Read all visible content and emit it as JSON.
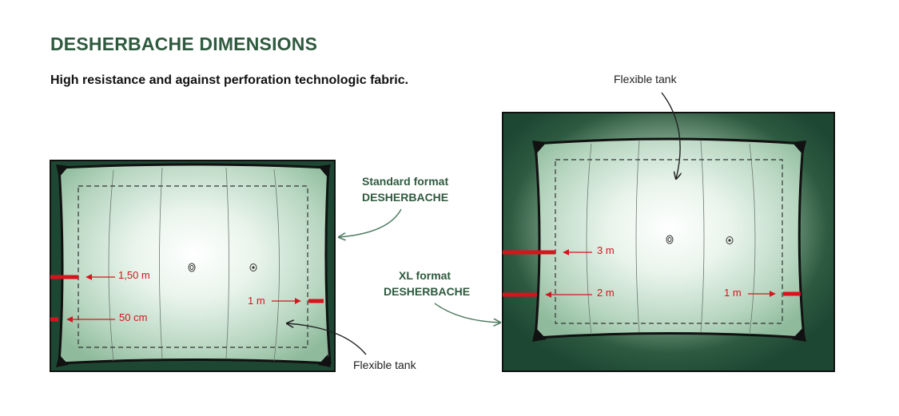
{
  "header": {
    "title": "DESHERBACHE DIMENSIONS",
    "subtitle": "High resistance and against perforation technologic fabric."
  },
  "standard": {
    "format_label_line1": "Standard format",
    "format_label_line2": "DESHERBACHE",
    "tank_label": "Flexible tank",
    "dim_150": "1,50 m",
    "dim_50cm": "50 cm",
    "dim_1m": "1 m"
  },
  "xl": {
    "format_label_line1": "XL format",
    "format_label_line2": "DESHERBACHE",
    "tank_label": "Flexible tank",
    "dim_3m": "3 m",
    "dim_2m": "2 m",
    "dim_1m": "1 m"
  },
  "colors": {
    "title_green": "#2e5a3e",
    "frame_dark": "#1e4733",
    "measure_red": "#d6141c",
    "annotation_green": "#4d7a60"
  }
}
